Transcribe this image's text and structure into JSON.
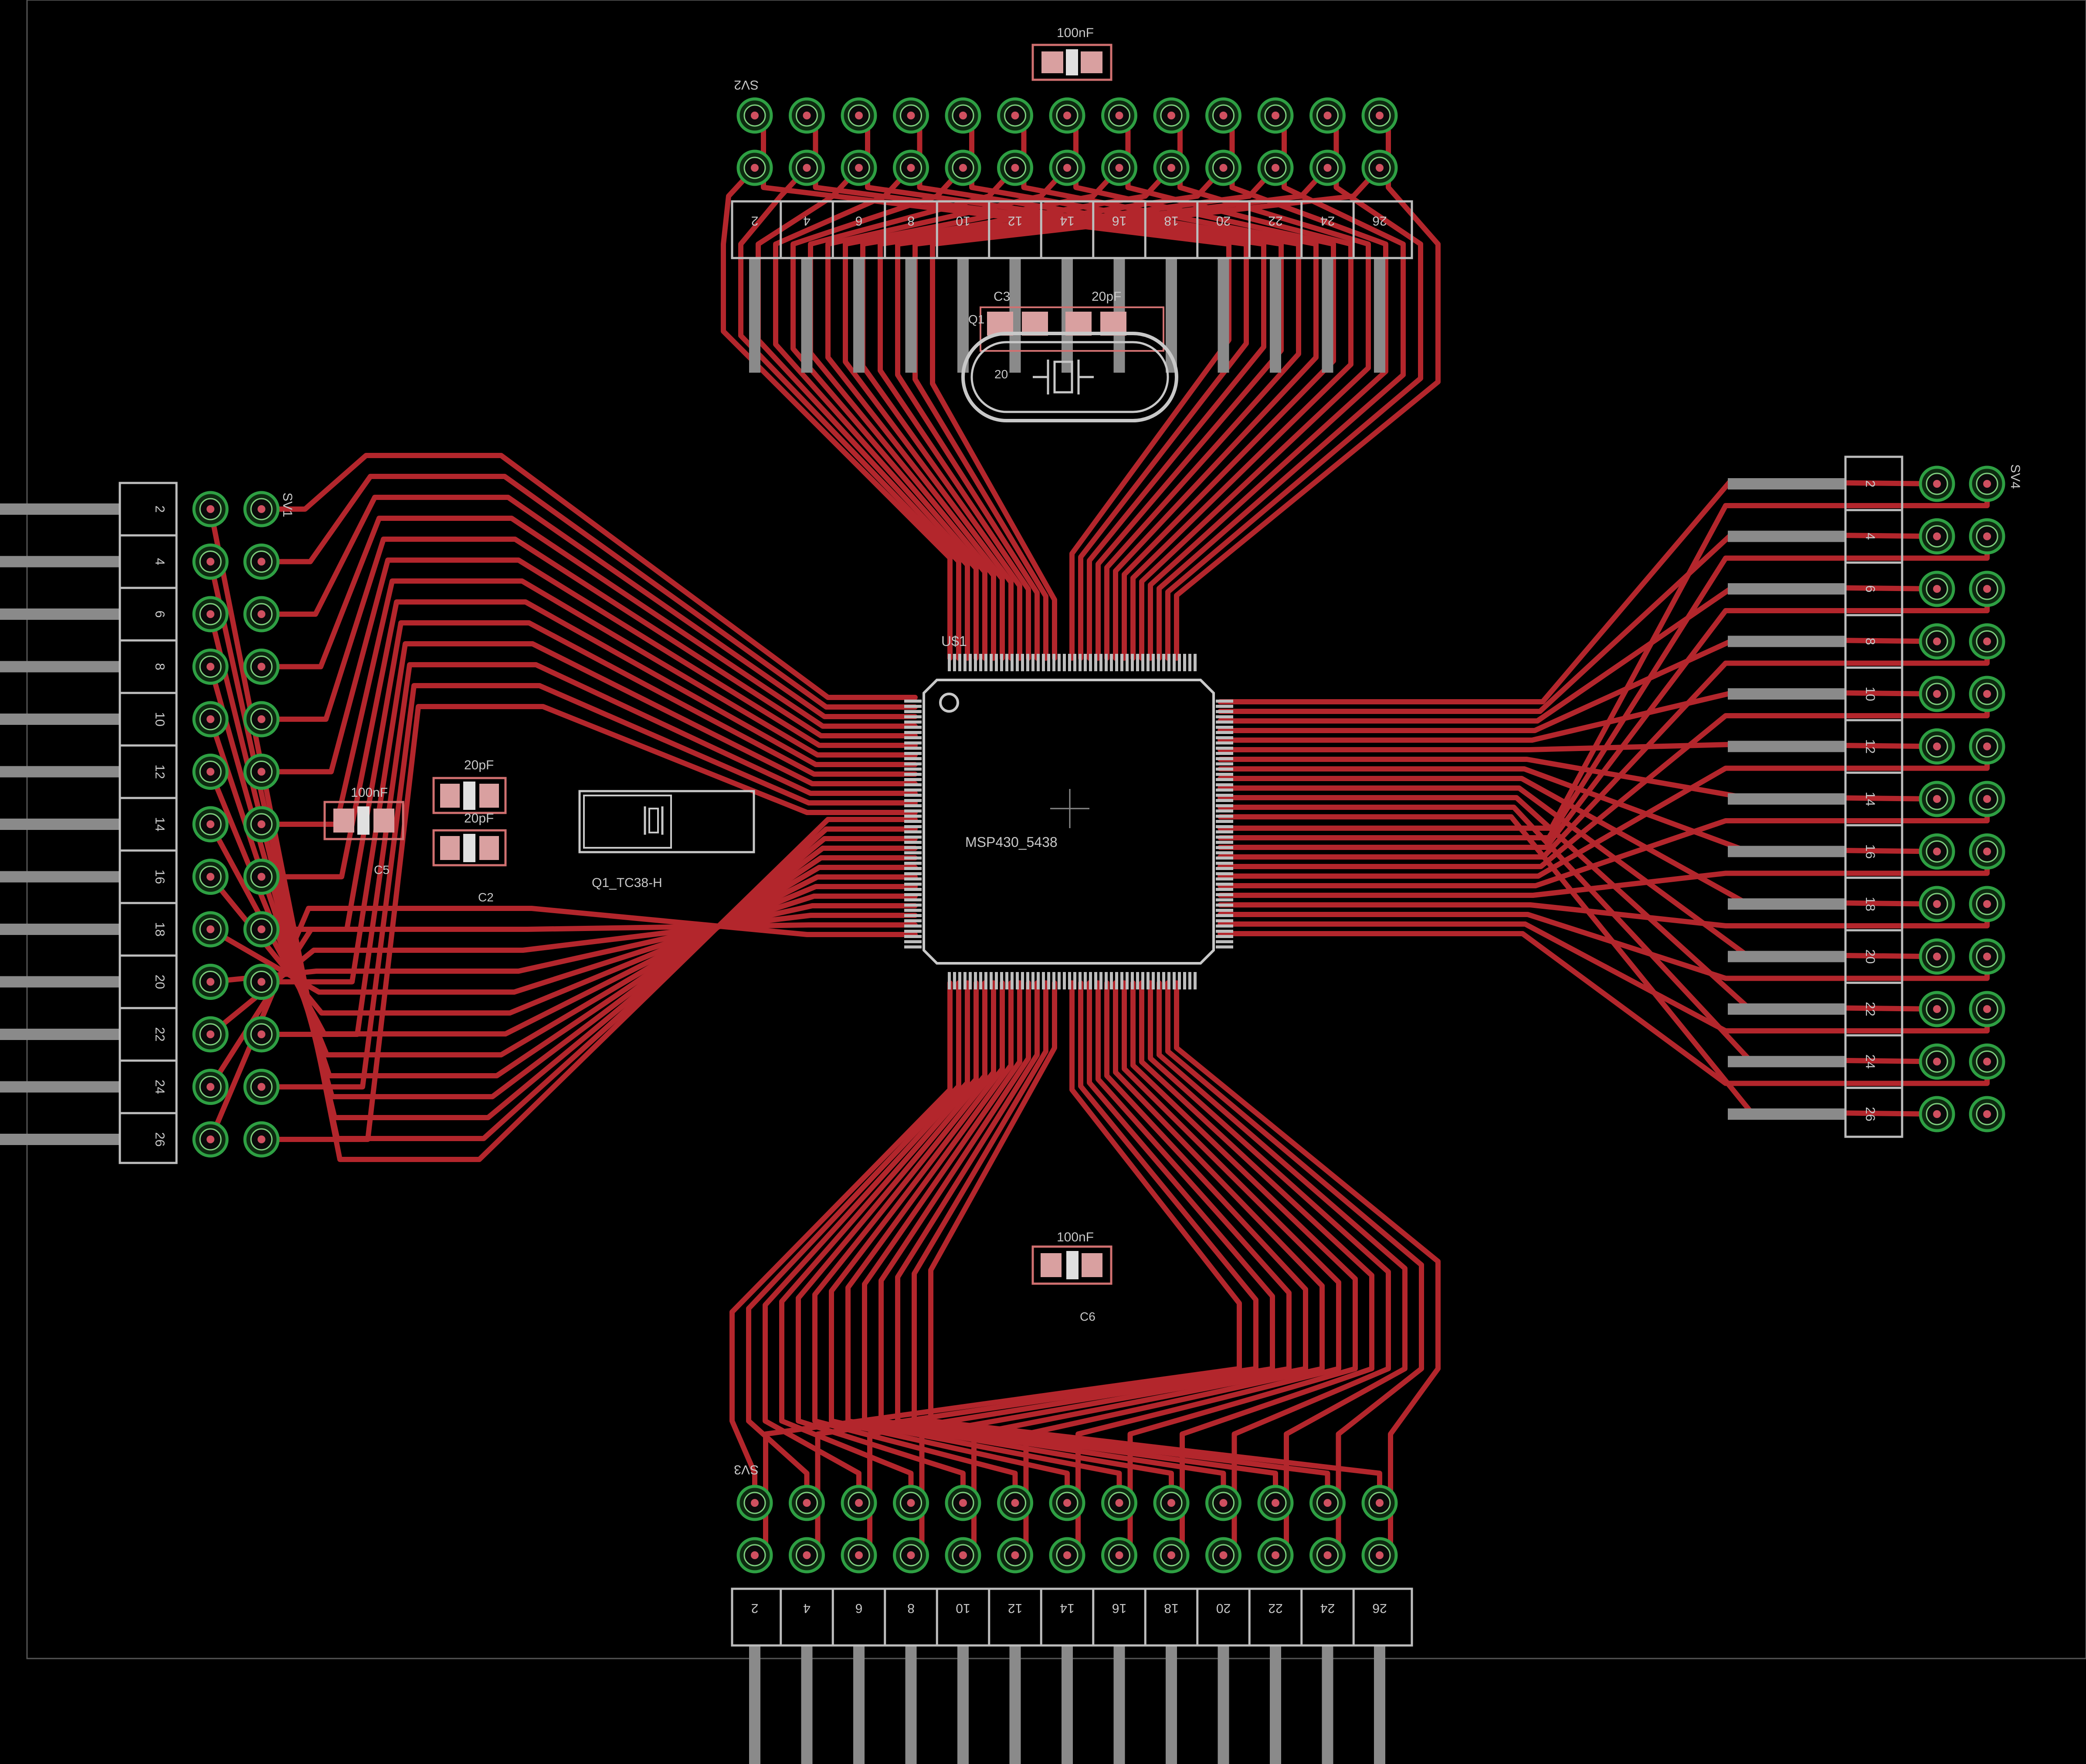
{
  "board": {
    "background": "#000000",
    "trace_color": "#b3262c",
    "pad_ring_color": "#2ea043",
    "silkscreen_color": "#c8c8c8"
  },
  "mcu": {
    "designator": "U$1",
    "value": "MSP430_5438"
  },
  "headers": {
    "sv1": {
      "designator": "SV1",
      "pins": [
        "2",
        "4",
        "6",
        "8",
        "10",
        "12",
        "14",
        "16",
        "18",
        "20",
        "22",
        "24",
        "26"
      ]
    },
    "sv2": {
      "designator": "SV2",
      "pins": [
        "2",
        "4",
        "6",
        "8",
        "10",
        "12",
        "14",
        "16",
        "18",
        "20",
        "22",
        "24",
        "26"
      ]
    },
    "sv3": {
      "designator": "SV3",
      "pins": [
        "2",
        "4",
        "6",
        "8",
        "10",
        "12",
        "14",
        "16",
        "18",
        "20",
        "22",
        "24",
        "26"
      ]
    },
    "sv4": {
      "designator": "SV4",
      "pins": [
        "2",
        "4",
        "6",
        "8",
        "10",
        "12",
        "14",
        "16",
        "18",
        "20",
        "22",
        "24",
        "26"
      ]
    }
  },
  "components": {
    "c_top": {
      "value": "100nF"
    },
    "c3": {
      "designator": "C3",
      "value": "20pF"
    },
    "q1": {
      "designator": "Q1",
      "pin_label": "20"
    },
    "c5": {
      "designator": "C5",
      "value": "100nF"
    },
    "c2": {
      "designator": "C2",
      "value": "20pF",
      "value2": "20pF"
    },
    "q_left": {
      "designator": "Q1_TC38-H"
    },
    "c6": {
      "designator": "C6",
      "value": "100nF"
    }
  }
}
